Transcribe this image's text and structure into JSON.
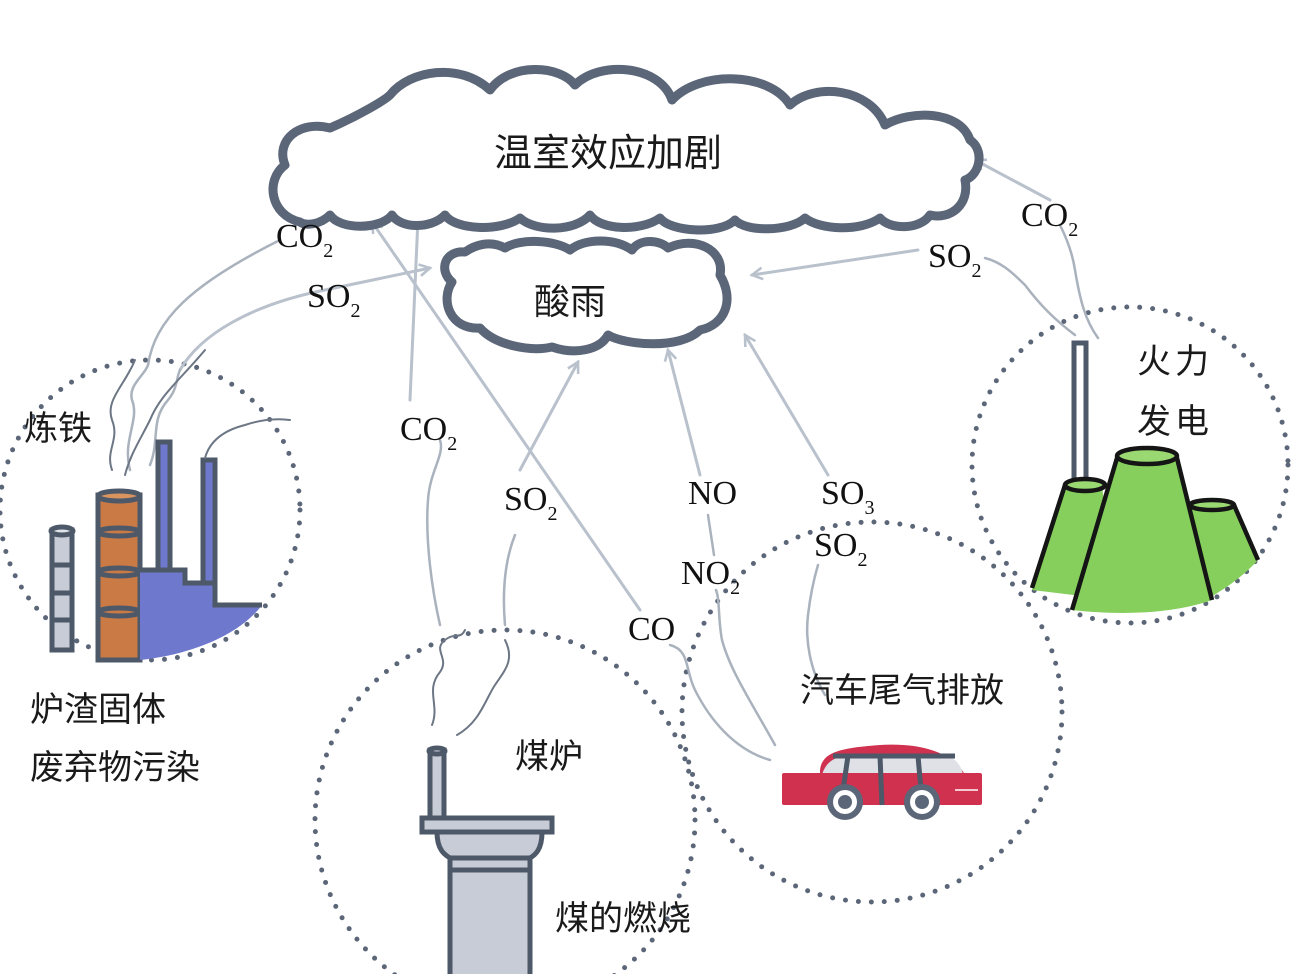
{
  "title": "温室效应加剧",
  "acid_rain": "酸雨",
  "sources": {
    "iron": "炼铁",
    "slag_line1": "炉渣固体",
    "slag_line2": "废弃物污染",
    "stove": "煤炉",
    "coal": "煤的燃烧",
    "car": "汽车尾气排放",
    "power_line1": "火力",
    "power_line2": "发电"
  },
  "gases": {
    "iron_co2": {
      "base": "CO",
      "sub": "2"
    },
    "iron_so2": {
      "base": "SO",
      "sub": "2"
    },
    "coal_co2": {
      "base": "CO",
      "sub": "2"
    },
    "coal_so2": {
      "base": "SO",
      "sub": "2"
    },
    "car_co": {
      "base": "CO",
      "sub": ""
    },
    "car_no": {
      "base": "NO",
      "sub": ""
    },
    "car_no2": {
      "base": "NO",
      "sub": "2"
    },
    "car_so3": {
      "base": "SO",
      "sub": "3"
    },
    "car_so2": {
      "base": "SO",
      "sub": "2"
    },
    "power_co2": {
      "base": "CO",
      "sub": "2"
    },
    "power_so2": {
      "base": "SO",
      "sub": "2"
    }
  },
  "colors": {
    "outline": "#5b6678",
    "arrow": "#b9c1cc",
    "brick": "#c97a45",
    "factory_blue": "#6e78cc",
    "chimney_gray": "#c7ccd6",
    "cooling_green": "#86cf5c",
    "car_red": "#d0314f"
  }
}
